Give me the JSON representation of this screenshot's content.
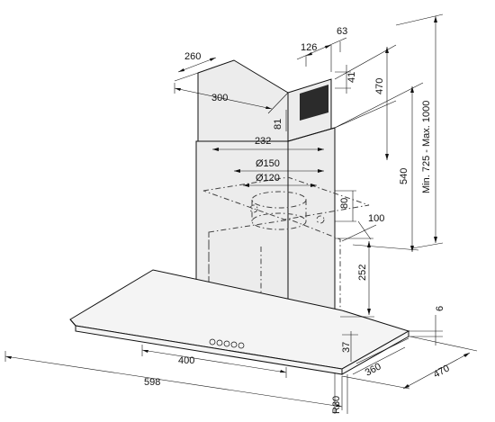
{
  "dimensions": {
    "chimney_depth": "260",
    "chimney_width": "300",
    "bracket_offset": "126",
    "bracket_spacing": "63",
    "bracket_height": "41",
    "top_offset": "81",
    "upper_height": "470",
    "inner_width": "232",
    "outlet_outer": "Ø150",
    "outlet_inner": "Ø120",
    "outlet_depth": "80",
    "outlet_offset": "100",
    "lower_height": "540",
    "total_height": "Min. 725 - Max. 1000",
    "canopy_height": "252",
    "glass_thickness": "6",
    "front_depth": "37",
    "control_width": "400",
    "hood_width": "598",
    "hood_depth_inner": "360",
    "hood_depth": "470",
    "corner_radius": "R30"
  }
}
